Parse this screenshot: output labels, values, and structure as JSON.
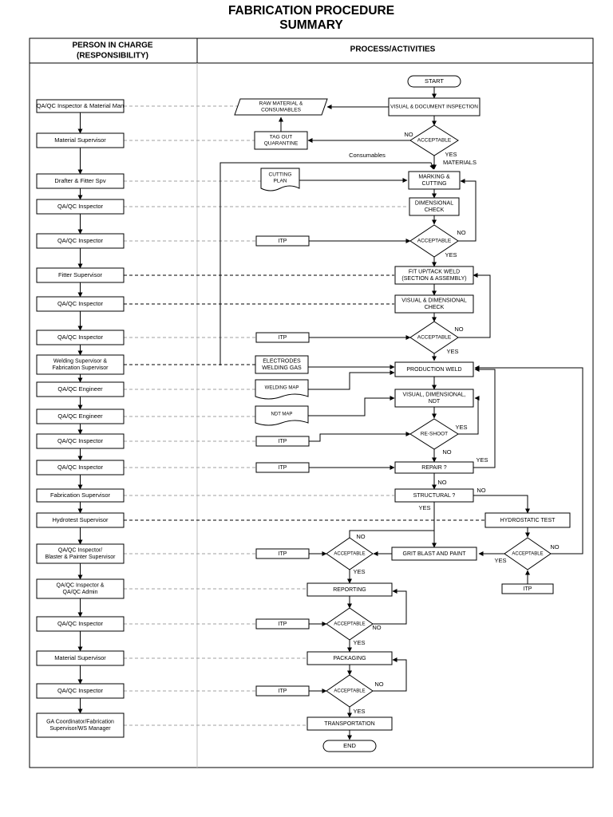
{
  "title_line1": "FABRICATION PROCEDURE",
  "title_line2": "SUMMARY",
  "header_left_line1": "PERSON IN CHARGE",
  "header_left_line2": "(RESPONSIBILITY)",
  "header_right": "PROCESS/ACTIVITIES",
  "persons": [
    [
      "QA/QC Inspector & Material Man"
    ],
    [
      "Material Supervisor"
    ],
    [
      "Drafter & Fitter Spv"
    ],
    [
      "QA/QC Inspector"
    ],
    [
      "QA/QC Inspector"
    ],
    [
      "Fitter Supervisor"
    ],
    [
      "QA/QC Inspector"
    ],
    [
      "QA/QC Inspector"
    ],
    [
      "Welding Supervisor &",
      "Fabrication Supervisor"
    ],
    [
      "QA/QC Engineer"
    ],
    [
      "QA/QC Engineer"
    ],
    [
      "QA/QC Inspector"
    ],
    [
      "QA/QC Inspector"
    ],
    [
      "Fabrication Supervisor"
    ],
    [
      "Hydrotest Supervisor"
    ],
    [
      "QA/QC Inspector/",
      "Blaster & Painter Supervisor"
    ],
    [
      "QA/QC Inspector &",
      "QA/QC Admin"
    ],
    [
      "QA/QC Inspector"
    ],
    [
      "Material Supervisor"
    ],
    [
      "QA/QC Inspector"
    ],
    [
      "GA Coordinator/Fabrication",
      "Supervisor/WS Manager"
    ]
  ],
  "process": {
    "start": "START",
    "visual_doc": "VISUAL & DOCUMENT INSPECTION",
    "raw_material": [
      "RAW MATERIAL &",
      "CONSUMABLES"
    ],
    "tag_out": [
      "TAG OUT",
      "QUARANTINE"
    ],
    "acceptable": "ACCEPTABLE",
    "cutting_plan": [
      "CUTTING",
      "PLAN"
    ],
    "marking_cutting": [
      "MARKING &",
      "CUTTING"
    ],
    "dimensional_check": [
      "DIMENSIONAL",
      "CHECK"
    ],
    "itp": "ITP",
    "fit_up": [
      "FIT UP/TACK WELD",
      "(SECTION & ASSEMBLY)"
    ],
    "visual_dim": [
      "VISUAL & DIMENSIONAL",
      "CHECK"
    ],
    "electrodes": [
      "ELECTRODES",
      "WELDING GAS"
    ],
    "production_weld": "PRODUCTION WELD",
    "welding_map": "WELDING MAP",
    "vis_dim_ndt": [
      "VISUAL, DIMENSIONAL,",
      "NDT"
    ],
    "ndt_map": "NDT MAP",
    "reshoot": "RE-SHOOT",
    "repair": "REPAIR ?",
    "structural": "STRUCTURAL ?",
    "hydrostatic": "HYDROSTATIC TEST",
    "grit_blast": "GRIT BLAST AND PAINT",
    "reporting": "REPORTING",
    "packaging": "PACKAGING",
    "transportation": "TRANSPORTATION",
    "end": "END",
    "yes": "YES",
    "no": "NO",
    "consumables": "Consumables",
    "materials": "MATERIALS"
  }
}
